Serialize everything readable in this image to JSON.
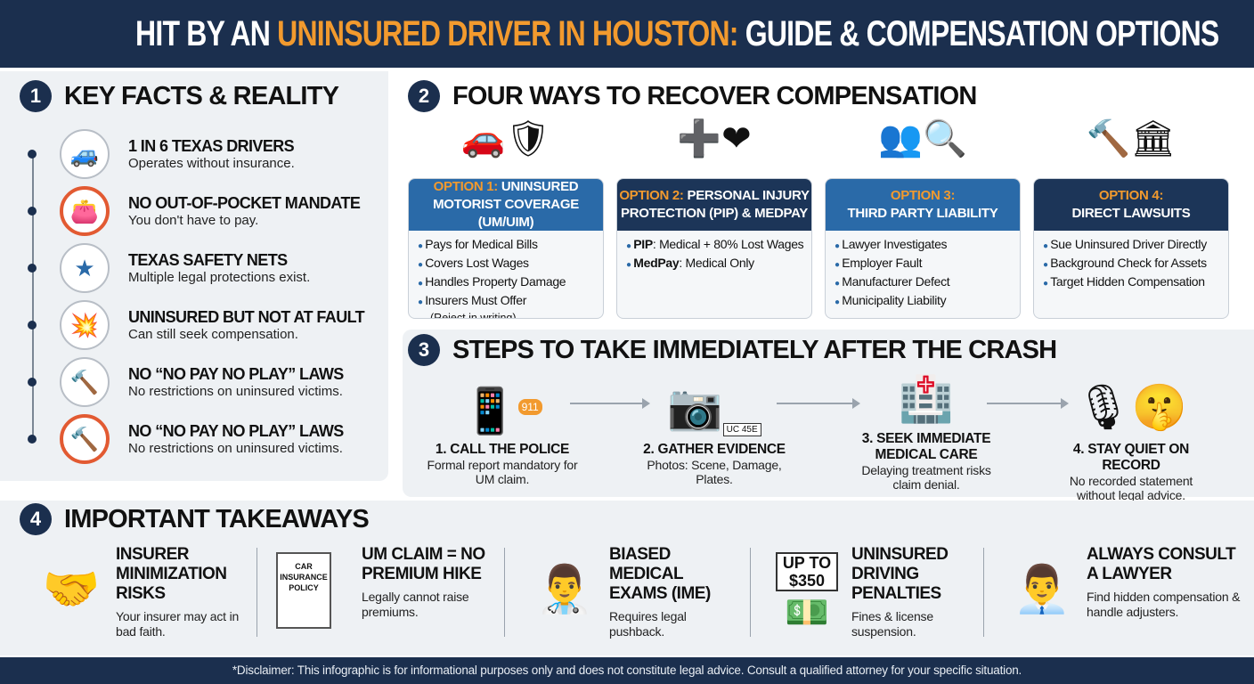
{
  "title": {
    "part1": "HIT BY AN ",
    "highlight": "UNINSURED DRIVER IN HOUSTON:",
    "part2": " GUIDE & COMPENSATION OPTIONS"
  },
  "colors": {
    "navy": "#1b2f4e",
    "orange": "#f29a2e",
    "blue": "#2a6aa8",
    "red": "#e25a32",
    "panel": "#eef1f4"
  },
  "section1": {
    "number": "1",
    "title": "KEY FACTS & REALITY",
    "items": [
      {
        "icon": "car-shield-icon",
        "title": "1 IN 6 TEXAS DRIVERS",
        "text": "Operates without insurance."
      },
      {
        "icon": "no-wallet-icon",
        "title": "NO OUT-OF-POCKET MANDATE",
        "text": "You don't have to pay."
      },
      {
        "icon": "texas-map-icon",
        "title": "TEXAS SAFETY NETS",
        "text": "Multiple legal protections exist."
      },
      {
        "icon": "car-crash-icon",
        "title": "UNINSURED BUT NOT AT FAULT",
        "text": "Can still seek compensation."
      },
      {
        "icon": "gavel-icon",
        "title": "NO “NO PAY NO PLAY” LAWS",
        "text": "No restrictions on uninsured victims."
      },
      {
        "icon": "no-gavel-icon",
        "title": "NO “NO PAY NO PLAY” LAWS",
        "text": "No restrictions on uninsured victims."
      }
    ]
  },
  "section2": {
    "number": "2",
    "title": "FOUR WAYS TO RECOVER COMPENSATION",
    "options": [
      {
        "icon": "car-shield-icon",
        "label": "OPTION 1:",
        "title_inline": " UNINSURED",
        "title2": "MOTORIST COVERAGE (UM/UIM)",
        "bullets": [
          "Pays for Medical Bills",
          "Covers Lost Wages",
          "Handles Property Damage",
          "Insurers Must Offer"
        ],
        "note": "(Reject in writing)"
      },
      {
        "icon": "medical-heart-icon",
        "label": "OPTION 2:",
        "title_inline": " PERSONAL INJURY",
        "title2": "PROTECTION (PIP) & MEDPAY",
        "bullets_bold": [
          {
            "b": "PIP",
            "t": ": Medical + 80% Lost Wages"
          },
          {
            "b": "MedPay",
            "t": ": Medical Only"
          }
        ]
      },
      {
        "icon": "people-search-icon",
        "label": "OPTION 3:",
        "title_inline": "",
        "title2": "THIRD PARTY LIABILITY",
        "bullets": [
          "Lawyer Investigates",
          "Employer Fault",
          "Manufacturer Defect",
          "Municipality Liability"
        ]
      },
      {
        "icon": "gavel-courthouse-icon",
        "label": "OPTION 4:",
        "title_inline": "",
        "title2": "DIRECT LAWSUITS",
        "bullets": [
          "Sue Uninsured Driver Directly",
          "Background Check for Assets",
          "Target Hidden Compensation"
        ]
      }
    ]
  },
  "section3": {
    "number": "3",
    "title": "STEPS TO TAKE IMMEDIATELY AFTER THE CRASH",
    "steps": [
      {
        "icon": "phone-911-icon",
        "badge": "911",
        "title": "1. CALL THE POLICE",
        "text": "Formal report mandatory for UM claim."
      },
      {
        "icon": "camera-photos-icon",
        "badge": "UC 45E",
        "title": "2. GATHER EVIDENCE",
        "text": "Photos: Scene, Damage, Plates."
      },
      {
        "icon": "hospital-icon",
        "title": "3. SEEK IMMEDIATE MEDICAL CARE",
        "text": "Delaying treatment risks claim denial."
      },
      {
        "icon": "muted-microphone-icon",
        "title": "4. STAY QUIET ON RECORD",
        "text": "No recorded statement without legal advice."
      }
    ]
  },
  "section4": {
    "number": "4",
    "title": "IMPORTANT TAKEAWAYS",
    "items": [
      {
        "icon": "handshake-shield-icon",
        "title": "INSURER MINIMIZATION RISKS",
        "text": "Your insurer may act in bad faith."
      },
      {
        "icon": "insurance-policy-icon",
        "badge": "CAR INSURANCE POLICY",
        "title": "UM CLAIM = NO PREMIUM HIKE",
        "text": "Legally cannot raise premiums."
      },
      {
        "icon": "doctor-question-icon",
        "title": "BIASED MEDICAL EXAMS (IME)",
        "text": "Requires legal pushback."
      },
      {
        "icon": "cash-fine-icon",
        "badge": "UP TO $350",
        "title": "UNINSURED DRIVING PENALTIES",
        "text": "Fines & license suspension."
      },
      {
        "icon": "lawyer-icon",
        "title": "ALWAYS CONSULT A LAWYER",
        "text": "Find hidden compensation & handle adjusters."
      }
    ]
  },
  "footer": "*Disclaimer: This infographic is for informational purposes only and does not constitute legal advice. Consult a qualified attorney for your specific situation."
}
